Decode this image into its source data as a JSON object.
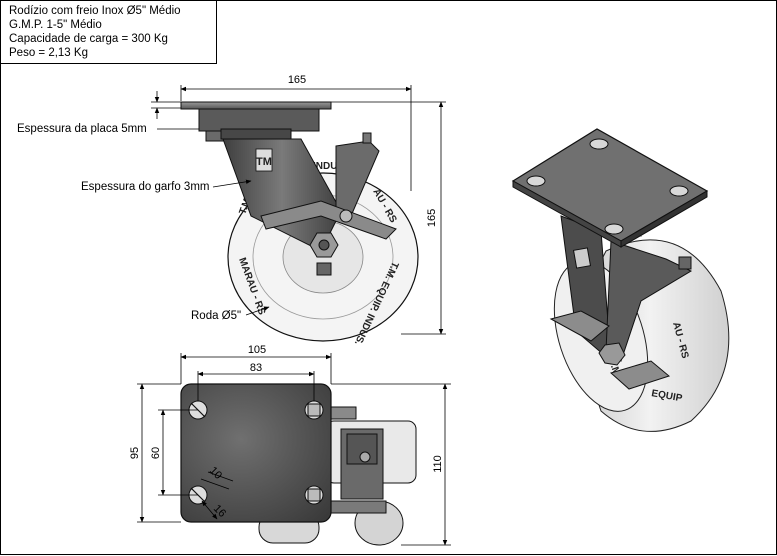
{
  "title_block": {
    "line1": "Rodízio com freio Inox Ø5\" Médio",
    "line2": "G.M.P. 1-5\" Médio",
    "line3": "Capacidade de carga = 300 Kg",
    "line4": "Peso = 2,13 Kg"
  },
  "callouts": {
    "plate_thickness": "Espessura da placa 5mm",
    "fork_thickness": "Espessura do garfo 3mm",
    "wheel": "Roda Ø5\""
  },
  "dimensions": {
    "side_width": "165",
    "side_height": "165",
    "plate_width": "105",
    "hole_spacing_x": "83",
    "plate_depth": "95",
    "hole_spacing_y": "60",
    "slot_width": "10",
    "slot_length": "16",
    "top_total_depth": "110"
  },
  "wheel_text": {
    "t1": "INDUS",
    "t2": "AU - RS",
    "t3": "T.M. EQUIP. INDUS.",
    "t4": "MARAU - RS",
    "t5": "T.M"
  },
  "colors": {
    "metal_dark": "#4a4a4a",
    "metal_mid": "#6e6e6e",
    "wheel": "#ececec",
    "line": "#000000"
  }
}
